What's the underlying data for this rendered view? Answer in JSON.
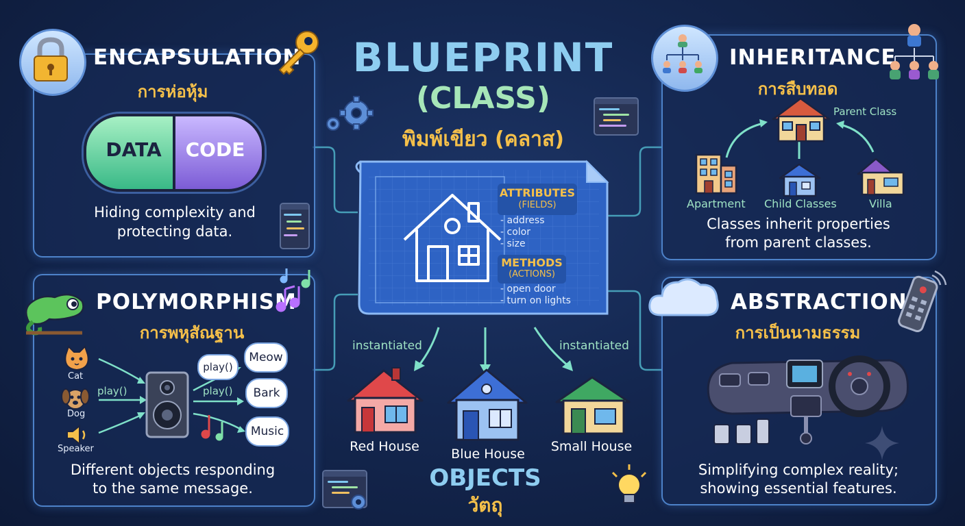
{
  "center": {
    "title_line1": "BLUEPRINT",
    "title_line2": "(CLASS)",
    "title_thai": "พิมพ์เขียว (คลาส)",
    "attributes_title": "ATTRIBUTES",
    "attributes_sub": "(FIELDS)",
    "attributes": [
      "- address",
      "- color",
      "- size"
    ],
    "methods_title": "METHODS",
    "methods_sub": "(ACTIONS)",
    "methods": [
      "- open door",
      "- turn on lights"
    ]
  },
  "objects": {
    "left_arrow_label": "instantiated",
    "right_arrow_label": "instantiated",
    "houses": [
      "Red House",
      "Blue House",
      "Small House"
    ],
    "title": "OBJECTS",
    "title_thai": "วัตถุ"
  },
  "encapsulation": {
    "title": "ENCAPSULATION",
    "thai": "การห่อหุ้ม",
    "capsule_left": "DATA",
    "capsule_right": "CODE",
    "desc_line1": "Hiding complexity and",
    "desc_line2": "protecting data."
  },
  "inheritance": {
    "title": "INHERITANCE",
    "thai": "การสืบทอด",
    "parent_label": "Parent Class",
    "children": [
      "Apartment",
      "Child Classes",
      "Villa"
    ],
    "desc_line1": "Classes inherit properties",
    "desc_line2": "from parent classes."
  },
  "polymorphism": {
    "title": "POLYMORPHISM",
    "thai": "การพหุสัณฐาน",
    "senders": [
      "Cat",
      "Dog",
      "Speaker"
    ],
    "call_left": "play()",
    "calls_right": [
      "play()",
      "play()"
    ],
    "responses": [
      "Meow",
      "Bark",
      "Music"
    ],
    "desc_line1": "Different objects responding",
    "desc_line2": "to the same message."
  },
  "abstraction": {
    "title": "ABSTRACTION",
    "thai": "การเป็นนามธรรม",
    "desc_line1": "Simplifying complex reality;",
    "desc_line2": "showing essential features."
  },
  "colors": {
    "accent_mint": "#9fe3c4",
    "thai_gold": "#f5c04a",
    "panel_border": "#4d82c9",
    "blueprint": "#2e63c4"
  }
}
